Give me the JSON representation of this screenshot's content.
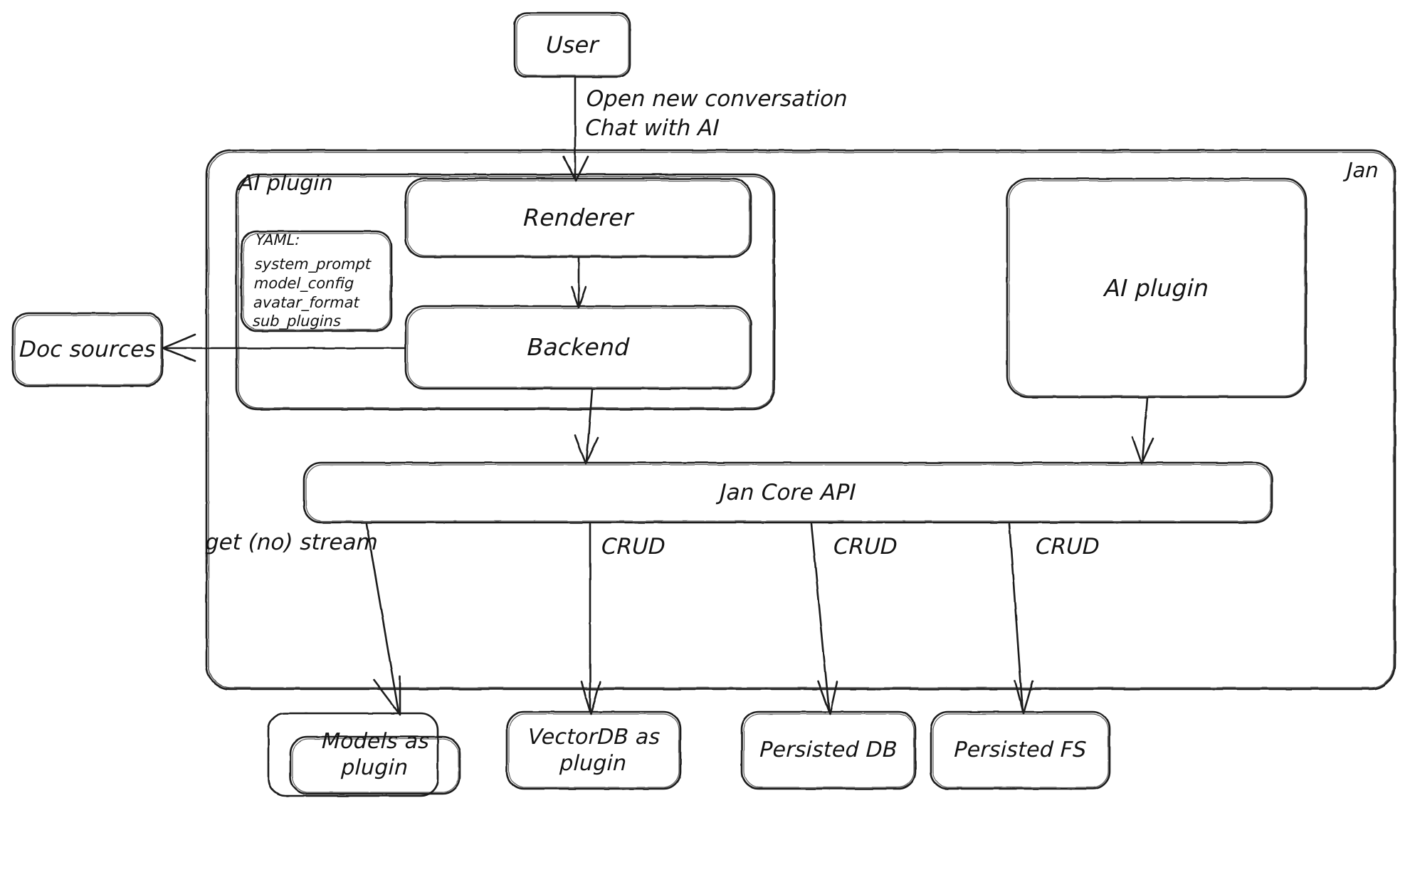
{
  "diagram": {
    "title": "Jan architecture",
    "style": "hand-drawn",
    "stroke_color": "#1a1a1a",
    "background": "#ffffff"
  },
  "groups": [
    {
      "id": "jan",
      "label": "Jan",
      "label_position": "top-right"
    },
    {
      "id": "ai-plugin-group",
      "label": "AI plugin",
      "label_position": "top-left"
    }
  ],
  "nodes": {
    "user": "User",
    "renderer": "Renderer",
    "backend": "Backend",
    "ai_plugin_right": "AI plugin",
    "doc_sources": "Doc sources",
    "jan_core_api": "Jan Core API",
    "models_as_plugin": "Models as\nplugin",
    "vectordb_as_plugin": "VectorDB as\nplugin",
    "persisted_db": "Persisted DB",
    "persisted_fs": "Persisted FS"
  },
  "yaml_card": {
    "heading": "YAML:",
    "items": [
      "system_prompt",
      "model_config",
      "avatar_format",
      "sub_plugins"
    ]
  },
  "edge_labels": {
    "user_to_renderer": "Open new conversation\nChat with AI",
    "core_to_models": "get (no) stream",
    "core_to_vectordb": "CRUD",
    "core_to_persisted_db": "CRUD",
    "core_to_persisted_fs": "CRUD"
  },
  "edges": [
    {
      "from": "user",
      "to": "renderer",
      "label": "Open new conversation\nChat with AI"
    },
    {
      "from": "renderer",
      "to": "backend",
      "label": ""
    },
    {
      "from": "backend",
      "to": "doc_sources",
      "label": ""
    },
    {
      "from": "backend",
      "to": "jan_core_api",
      "label": ""
    },
    {
      "from": "ai_plugin_right",
      "to": "jan_core_api",
      "label": ""
    },
    {
      "from": "jan_core_api",
      "to": "models_as_plugin",
      "label": "get (no) stream"
    },
    {
      "from": "jan_core_api",
      "to": "vectordb_as_plugin",
      "label": "CRUD"
    },
    {
      "from": "jan_core_api",
      "to": "persisted_db",
      "label": "CRUD"
    },
    {
      "from": "jan_core_api",
      "to": "persisted_fs",
      "label": "CRUD"
    }
  ]
}
